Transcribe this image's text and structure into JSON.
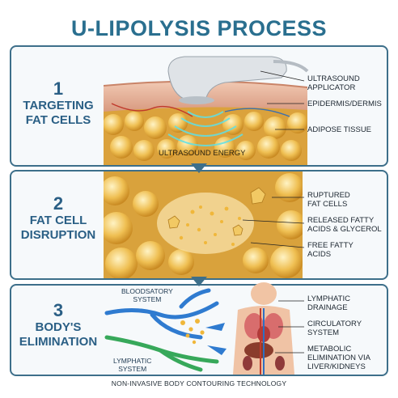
{
  "title": "U-LIPOLYSIS PROCESS",
  "steps": [
    {
      "number": "1",
      "label": "TARGETING\nFAT CELLS"
    },
    {
      "number": "2",
      "label": "FAT CELL\nDISRUPTION"
    },
    {
      "number": "3",
      "label": "BODY'S\nELIMINATION"
    }
  ],
  "panel1": {
    "callouts": [
      "ULTRASOUND\nAPPLICATOR",
      "EPIDERMIS/DERMIS",
      "ADIPOSE TISSUE"
    ],
    "energy_label": "ULTRASOUND ENERGY"
  },
  "panel2": {
    "callouts": [
      "RUPTURED\nFAT CELLS",
      "RELEASED FATTY\nACIDS & GLYCEROL",
      "FREE FATTY\nACIDS"
    ]
  },
  "panel3": {
    "vessel_labels": [
      "BLOODSATORY\nSYSTEM",
      "LYMPHATIC\nSYSTEM"
    ],
    "callouts": [
      "LYMPHATIC\nDRAINAGE",
      "CIRCULATORY\nSYSTEM",
      "METABOLIC\nELIMINATION VIA\nLIVER/KIDNEYS"
    ]
  },
  "footer": "NON-INVASIVE BODY CONTOURING TECHNOLOGY",
  "colors": {
    "accent": "#2a6f8f",
    "border": "#3d6f8a",
    "fat": "#e8b84a",
    "skin": "#e9b9a0"
  }
}
